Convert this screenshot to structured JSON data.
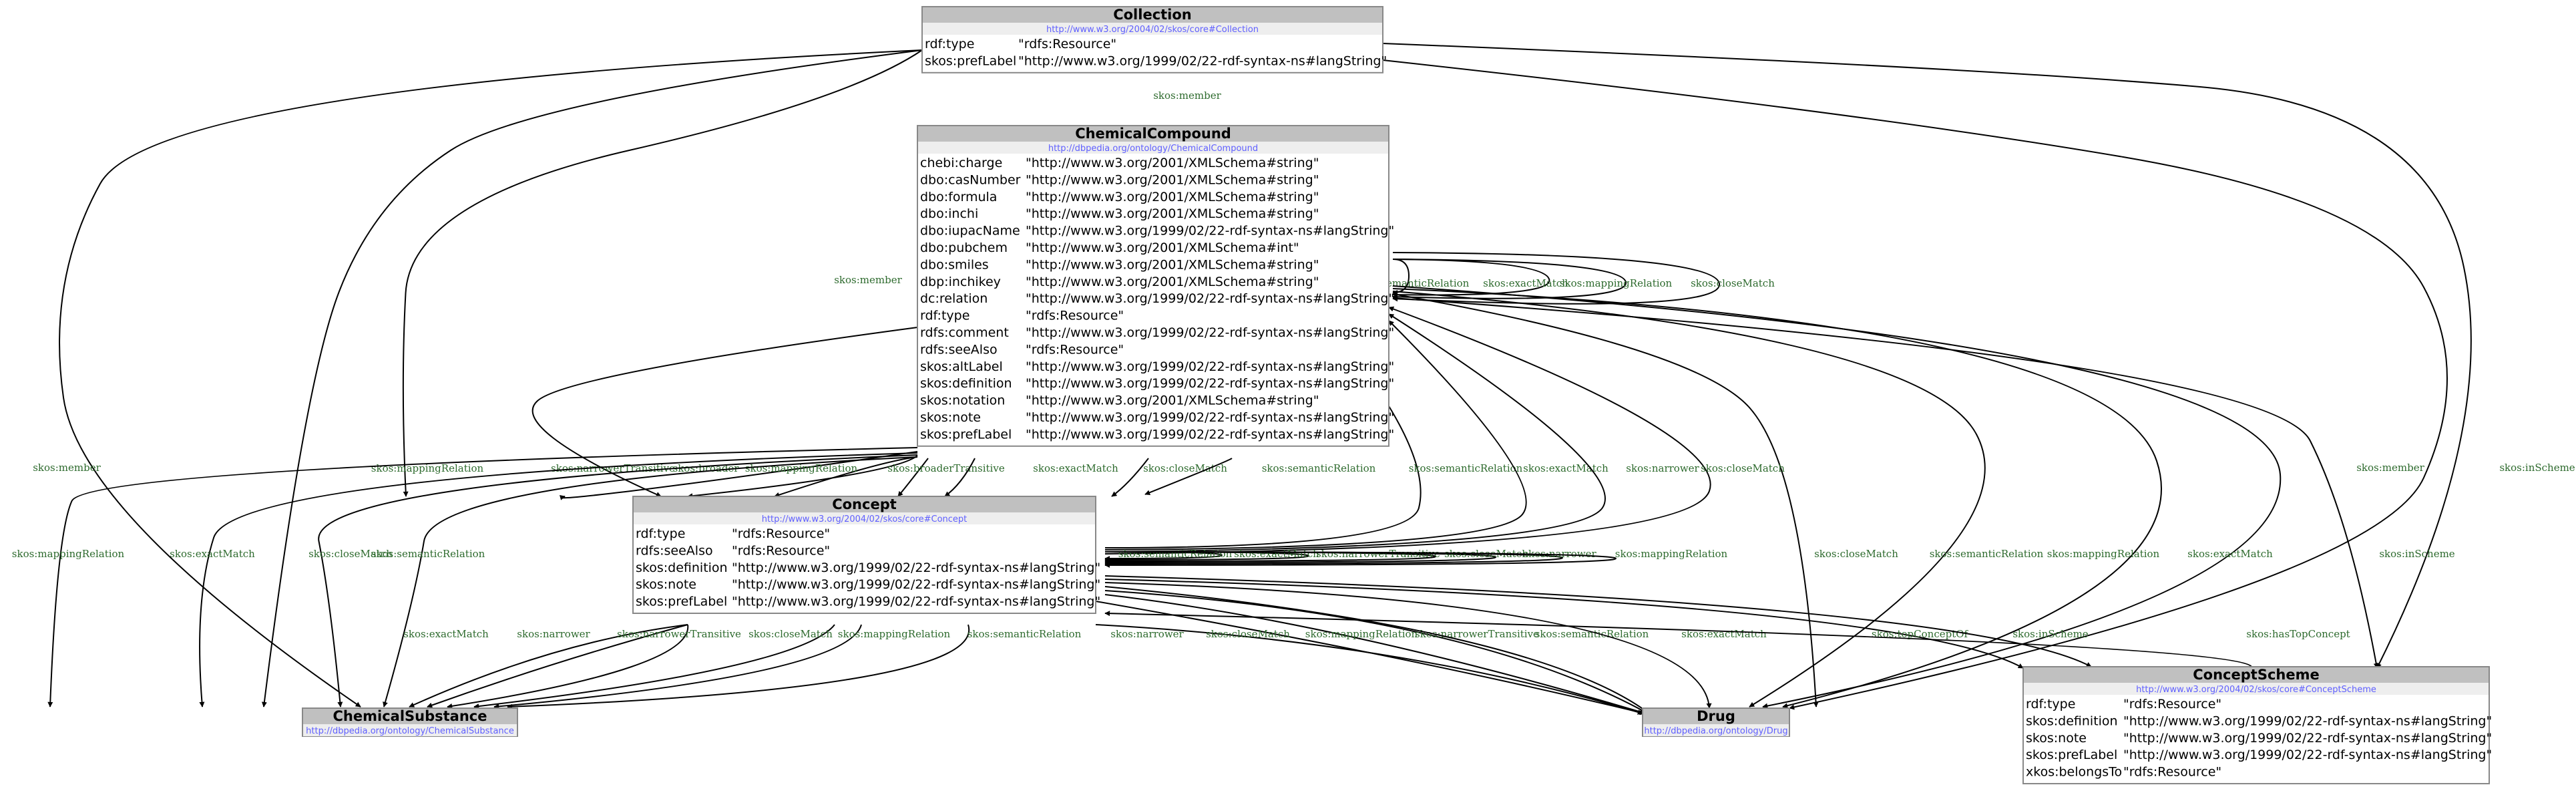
{
  "nodes": [
    {
      "id": "Collection",
      "label": "Collection",
      "uri": "http://www.w3.org/2004/02/skos/core#Collection",
      "props": [
        [
          "rdf:type",
          "\"rdfs:Resource\""
        ],
        [
          "skos:prefLabel",
          "\"http://www.w3.org/1999/02/22-rdf-syntax-ns#langString\""
        ]
      ]
    },
    {
      "id": "ChemicalCompound",
      "label": "ChemicalCompound",
      "uri": "http://dbpedia.org/ontology/ChemicalCompound",
      "props": [
        [
          "chebi:charge",
          "\"http://www.w3.org/2001/XMLSchema#string\""
        ],
        [
          "dbo:casNumber",
          "\"http://www.w3.org/2001/XMLSchema#string\""
        ],
        [
          "dbo:formula",
          "\"http://www.w3.org/2001/XMLSchema#string\""
        ],
        [
          "dbo:inchi",
          "\"http://www.w3.org/2001/XMLSchema#string\""
        ],
        [
          "dbo:iupacName",
          "\"http://www.w3.org/1999/02/22-rdf-syntax-ns#langString\""
        ],
        [
          "dbo:pubchem",
          "\"http://www.w3.org/2001/XMLSchema#int\""
        ],
        [
          "dbo:smiles",
          "\"http://www.w3.org/2001/XMLSchema#string\""
        ],
        [
          "dbp:inchikey",
          "\"http://www.w3.org/2001/XMLSchema#string\""
        ],
        [
          "dc:relation",
          "\"http://www.w3.org/1999/02/22-rdf-syntax-ns#langString\""
        ],
        [
          "rdf:type",
          "\"rdfs:Resource\""
        ],
        [
          "rdfs:comment",
          "\"http://www.w3.org/1999/02/22-rdf-syntax-ns#langString\""
        ],
        [
          "rdfs:seeAlso",
          "\"rdfs:Resource\""
        ],
        [
          "skos:altLabel",
          "\"http://www.w3.org/1999/02/22-rdf-syntax-ns#langString\""
        ],
        [
          "skos:definition",
          "\"http://www.w3.org/1999/02/22-rdf-syntax-ns#langString\""
        ],
        [
          "skos:notation",
          "\"http://www.w3.org/2001/XMLSchema#string\""
        ],
        [
          "skos:note",
          "\"http://www.w3.org/1999/02/22-rdf-syntax-ns#langString\""
        ],
        [
          "skos:prefLabel",
          "\"http://www.w3.org/1999/02/22-rdf-syntax-ns#langString\""
        ]
      ]
    },
    {
      "id": "Concept",
      "label": "Concept",
      "uri": "http://www.w3.org/2004/02/skos/core#Concept",
      "props": [
        [
          "rdf:type",
          "\"rdfs:Resource\""
        ],
        [
          "rdfs:seeAlso",
          "\"rdfs:Resource\""
        ],
        [
          "skos:definition",
          "\"http://www.w3.org/1999/02/22-rdf-syntax-ns#langString\""
        ],
        [
          "skos:note",
          "\"http://www.w3.org/1999/02/22-rdf-syntax-ns#langString\""
        ],
        [
          "skos:prefLabel",
          "\"http://www.w3.org/1999/02/22-rdf-syntax-ns#langString\""
        ]
      ]
    },
    {
      "id": "ChemicalSubstance",
      "label": "ChemicalSubstance",
      "uri": "http://dbpedia.org/ontology/ChemicalSubstance",
      "props": []
    },
    {
      "id": "Drug",
      "label": "Drug",
      "uri": "http://dbpedia.org/ontology/Drug",
      "props": []
    },
    {
      "id": "ConceptScheme",
      "label": "ConceptScheme",
      "uri": "http://www.w3.org/2004/02/skos/core#ConceptScheme",
      "props": [
        [
          "rdf:type",
          "\"rdfs:Resource\""
        ],
        [
          "skos:definition",
          "\"http://www.w3.org/1999/02/22-rdf-syntax-ns#langString\""
        ],
        [
          "skos:note",
          "\"http://www.w3.org/1999/02/22-rdf-syntax-ns#langString\""
        ],
        [
          "skos:prefLabel",
          "\"http://www.w3.org/1999/02/22-rdf-syntax-ns#langString\""
        ],
        [
          "xkos:belongsTo",
          "\"rdfs:Resource\""
        ]
      ]
    }
  ],
  "edges": [
    {
      "from": "Collection",
      "to": "ChemicalCompound",
      "label": "skos:member"
    },
    {
      "from": "Collection",
      "to": "Concept",
      "label": "skos:member"
    },
    {
      "from": "Collection",
      "to": "ChemicalSubstance",
      "label": "skos:member"
    },
    {
      "from": "Collection",
      "to": "Drug",
      "label": "skos:member"
    },
    {
      "from": "Collection",
      "to": "ConceptScheme",
      "label": "skos:inScheme"
    },
    {
      "from": "ChemicalCompound",
      "to": "ChemicalCompound",
      "label": "skos:semanticRelation"
    },
    {
      "from": "ChemicalCompound",
      "to": "ChemicalCompound",
      "label": "skos:exactMatch"
    },
    {
      "from": "ChemicalCompound",
      "to": "ChemicalCompound",
      "label": "skos:mappingRelation"
    },
    {
      "from": "ChemicalCompound",
      "to": "ChemicalCompound",
      "label": "skos:closeMatch"
    },
    {
      "from": "ChemicalCompound",
      "to": "Concept",
      "label": "skos:mappingRelation"
    },
    {
      "from": "ChemicalCompound",
      "to": "Concept",
      "label": "skos:narrowerTransitive"
    },
    {
      "from": "ChemicalCompound",
      "to": "Concept",
      "label": "skos:broader"
    },
    {
      "from": "ChemicalCompound",
      "to": "Concept",
      "label": "skos:mappingRelation"
    },
    {
      "from": "ChemicalCompound",
      "to": "Concept",
      "label": "skos:broaderTransitive"
    },
    {
      "from": "ChemicalCompound",
      "to": "Concept",
      "label": "skos:exactMatch"
    },
    {
      "from": "ChemicalCompound",
      "to": "Concept",
      "label": "skos:closeMatch"
    },
    {
      "from": "ChemicalCompound",
      "to": "Concept",
      "label": "skos:semanticRelation"
    },
    {
      "from": "ChemicalCompound",
      "to": "ChemicalSubstance",
      "label": "skos:mappingRelation"
    },
    {
      "from": "ChemicalCompound",
      "to": "ChemicalSubstance",
      "label": "skos:exactMatch"
    },
    {
      "from": "ChemicalCompound",
      "to": "ChemicalSubstance",
      "label": "skos:closeMatch"
    },
    {
      "from": "ChemicalCompound",
      "to": "ChemicalSubstance",
      "label": "skos:semanticRelation"
    },
    {
      "from": "ChemicalCompound",
      "to": "Drug",
      "label": "skos:closeMatch"
    },
    {
      "from": "ChemicalCompound",
      "to": "Drug",
      "label": "skos:semanticRelation"
    },
    {
      "from": "ChemicalCompound",
      "to": "Drug",
      "label": "skos:mappingRelation"
    },
    {
      "from": "ChemicalCompound",
      "to": "Drug",
      "label": "skos:exactMatch"
    },
    {
      "from": "ChemicalCompound",
      "to": "ConceptScheme",
      "label": "skos:inScheme"
    },
    {
      "from": "Concept",
      "to": "ChemicalCompound",
      "label": "skos:semanticRelation"
    },
    {
      "from": "Concept",
      "to": "ChemicalCompound",
      "label": "skos:exactMatch"
    },
    {
      "from": "Concept",
      "to": "ChemicalCompound",
      "label": "skos:narrower"
    },
    {
      "from": "Concept",
      "to": "ChemicalCompound",
      "label": "skos:closeMatch"
    },
    {
      "from": "Concept",
      "to": "Concept",
      "label": "skos:semanticRelation"
    },
    {
      "from": "Concept",
      "to": "Concept",
      "label": "skos:exactMatch"
    },
    {
      "from": "Concept",
      "to": "Concept",
      "label": "skos:narrowerTransitive"
    },
    {
      "from": "Concept",
      "to": "Concept",
      "label": "skos:closeMatch"
    },
    {
      "from": "Concept",
      "to": "Concept",
      "label": "skos:narrower"
    },
    {
      "from": "Concept",
      "to": "Concept",
      "label": "skos:mappingRelation"
    },
    {
      "from": "Concept",
      "to": "ChemicalSubstance",
      "label": "skos:exactMatch"
    },
    {
      "from": "Concept",
      "to": "ChemicalSubstance",
      "label": "skos:narrower"
    },
    {
      "from": "Concept",
      "to": "ChemicalSubstance",
      "label": "skos:narrowerTransitive"
    },
    {
      "from": "Concept",
      "to": "ChemicalSubstance",
      "label": "skos:closeMatch"
    },
    {
      "from": "Concept",
      "to": "ChemicalSubstance",
      "label": "skos:mappingRelation"
    },
    {
      "from": "Concept",
      "to": "ChemicalSubstance",
      "label": "skos:semanticRelation"
    },
    {
      "from": "Concept",
      "to": "Drug",
      "label": "skos:narrower"
    },
    {
      "from": "Concept",
      "to": "Drug",
      "label": "skos:closeMatch"
    },
    {
      "from": "Concept",
      "to": "Drug",
      "label": "skos:mappingRelation"
    },
    {
      "from": "Concept",
      "to": "Drug",
      "label": "skos:narrowerTransitive"
    },
    {
      "from": "Concept",
      "to": "Drug",
      "label": "skos:semanticRelation"
    },
    {
      "from": "Concept",
      "to": "Drug",
      "label": "skos:exactMatch"
    },
    {
      "from": "Concept",
      "to": "ConceptScheme",
      "label": "skos:topConceptOf"
    },
    {
      "from": "Concept",
      "to": "ConceptScheme",
      "label": "skos:inScheme"
    },
    {
      "from": "ConceptScheme",
      "to": "Concept",
      "label": "skos:hasTopConcept"
    }
  ]
}
